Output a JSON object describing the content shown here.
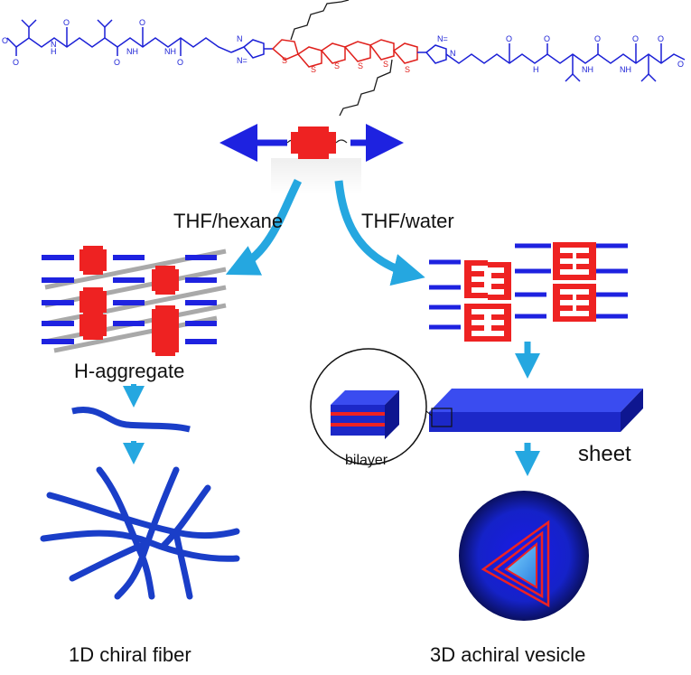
{
  "molecule": {
    "atoms": {
      "O": "O",
      "N": "N",
      "H": "H",
      "S": "S",
      "NH": "NH",
      "N_eq": "N="
    },
    "colors": {
      "peptide": "#1a1fd6",
      "core": "#e0201c"
    }
  },
  "labels": {
    "solvent_left": "THF/hexane",
    "solvent_right": "THF/water",
    "h_aggregate": "H-aggregate",
    "bilayer": "bilayer",
    "sheet": "sheet",
    "fiber": "1D chiral fiber",
    "vesicle": "3D achiral vesicle"
  },
  "colors": {
    "blue_arrow": "#1e22e0",
    "red_core": "#ee2222",
    "gray_arrow": "#a9a9a9",
    "cyan_arrow": "#25a7e0",
    "fiber": "#1a3ec8",
    "sheet_top": "#3a4cf0",
    "sheet_front": "#1c28c8",
    "vesicle": "#1a28d8"
  }
}
